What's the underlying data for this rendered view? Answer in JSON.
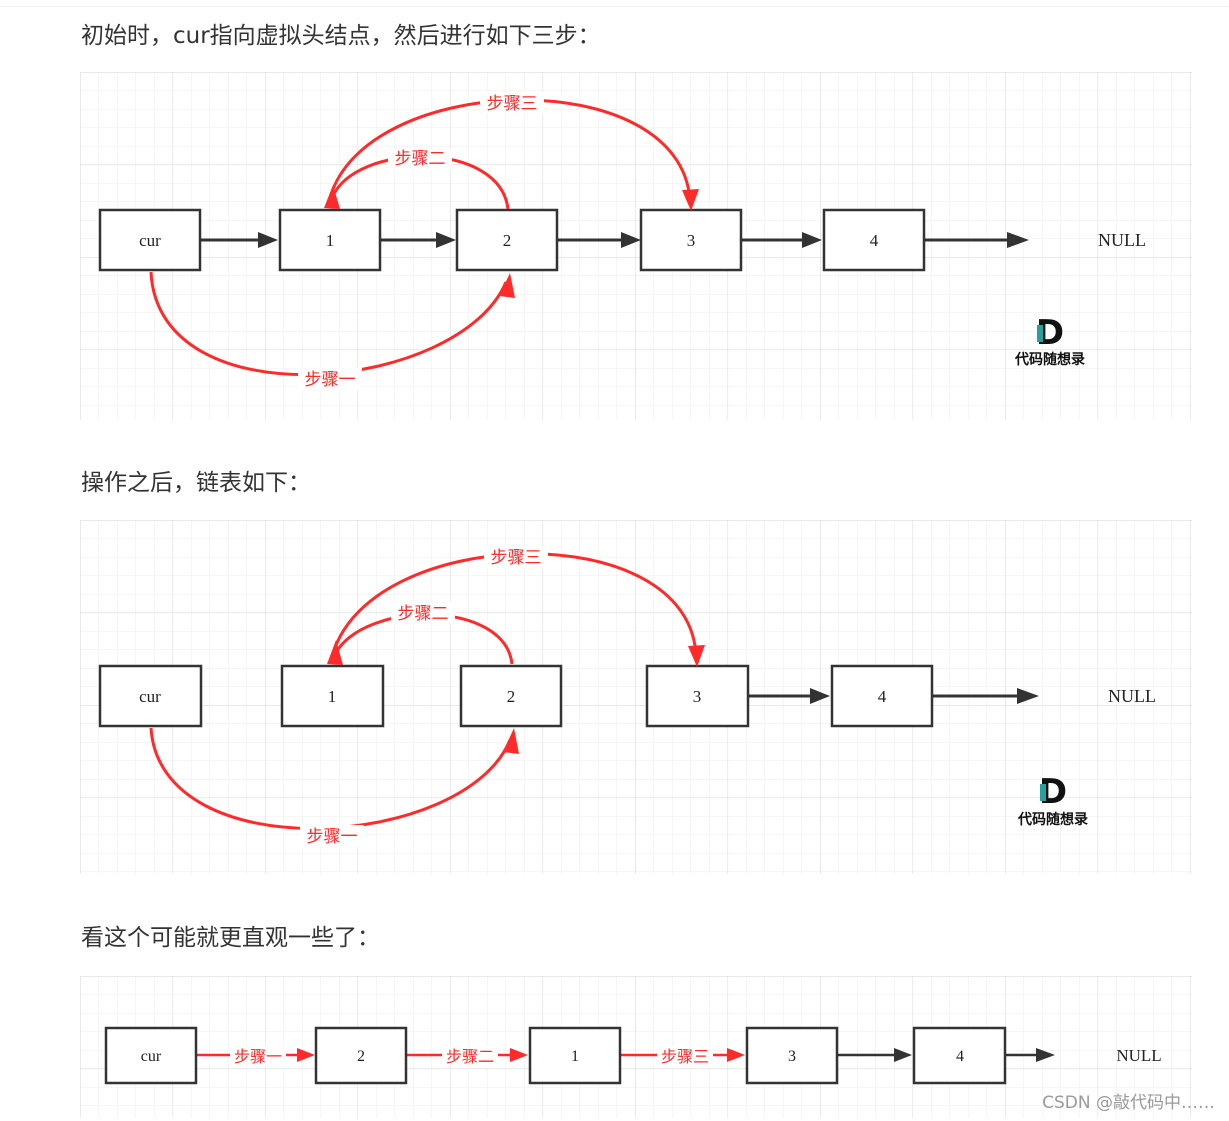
{
  "paragraphs": {
    "p1": "初始时，cur指向虚拟头结点，然后进行如下三步：",
    "p2": "操作之后，链表如下：",
    "p3": "看这个可能就更直观一些了："
  },
  "logo": {
    "letter": "D",
    "text": "代码随想录"
  },
  "diagram1": {
    "nodes": [
      "cur",
      "1",
      "2",
      "3",
      "4"
    ],
    "null_label": "NULL",
    "step1": "步骤一",
    "step2": "步骤二",
    "step3": "步骤三"
  },
  "diagram2": {
    "nodes": [
      "cur",
      "1",
      "2",
      "3",
      "4"
    ],
    "null_label": "NULL",
    "step1": "步骤一",
    "step2": "步骤二",
    "step3": "步骤三"
  },
  "diagram3": {
    "nodes": [
      "cur",
      "2",
      "1",
      "3",
      "4"
    ],
    "null_label": "NULL",
    "step1": "步骤一",
    "step2": "步骤二",
    "step3": "步骤三"
  },
  "watermark": "CSDN @敲代码中……",
  "colors": {
    "red": "#ff2a2a",
    "black": "#333333",
    "grid": "#e4e4e4"
  }
}
